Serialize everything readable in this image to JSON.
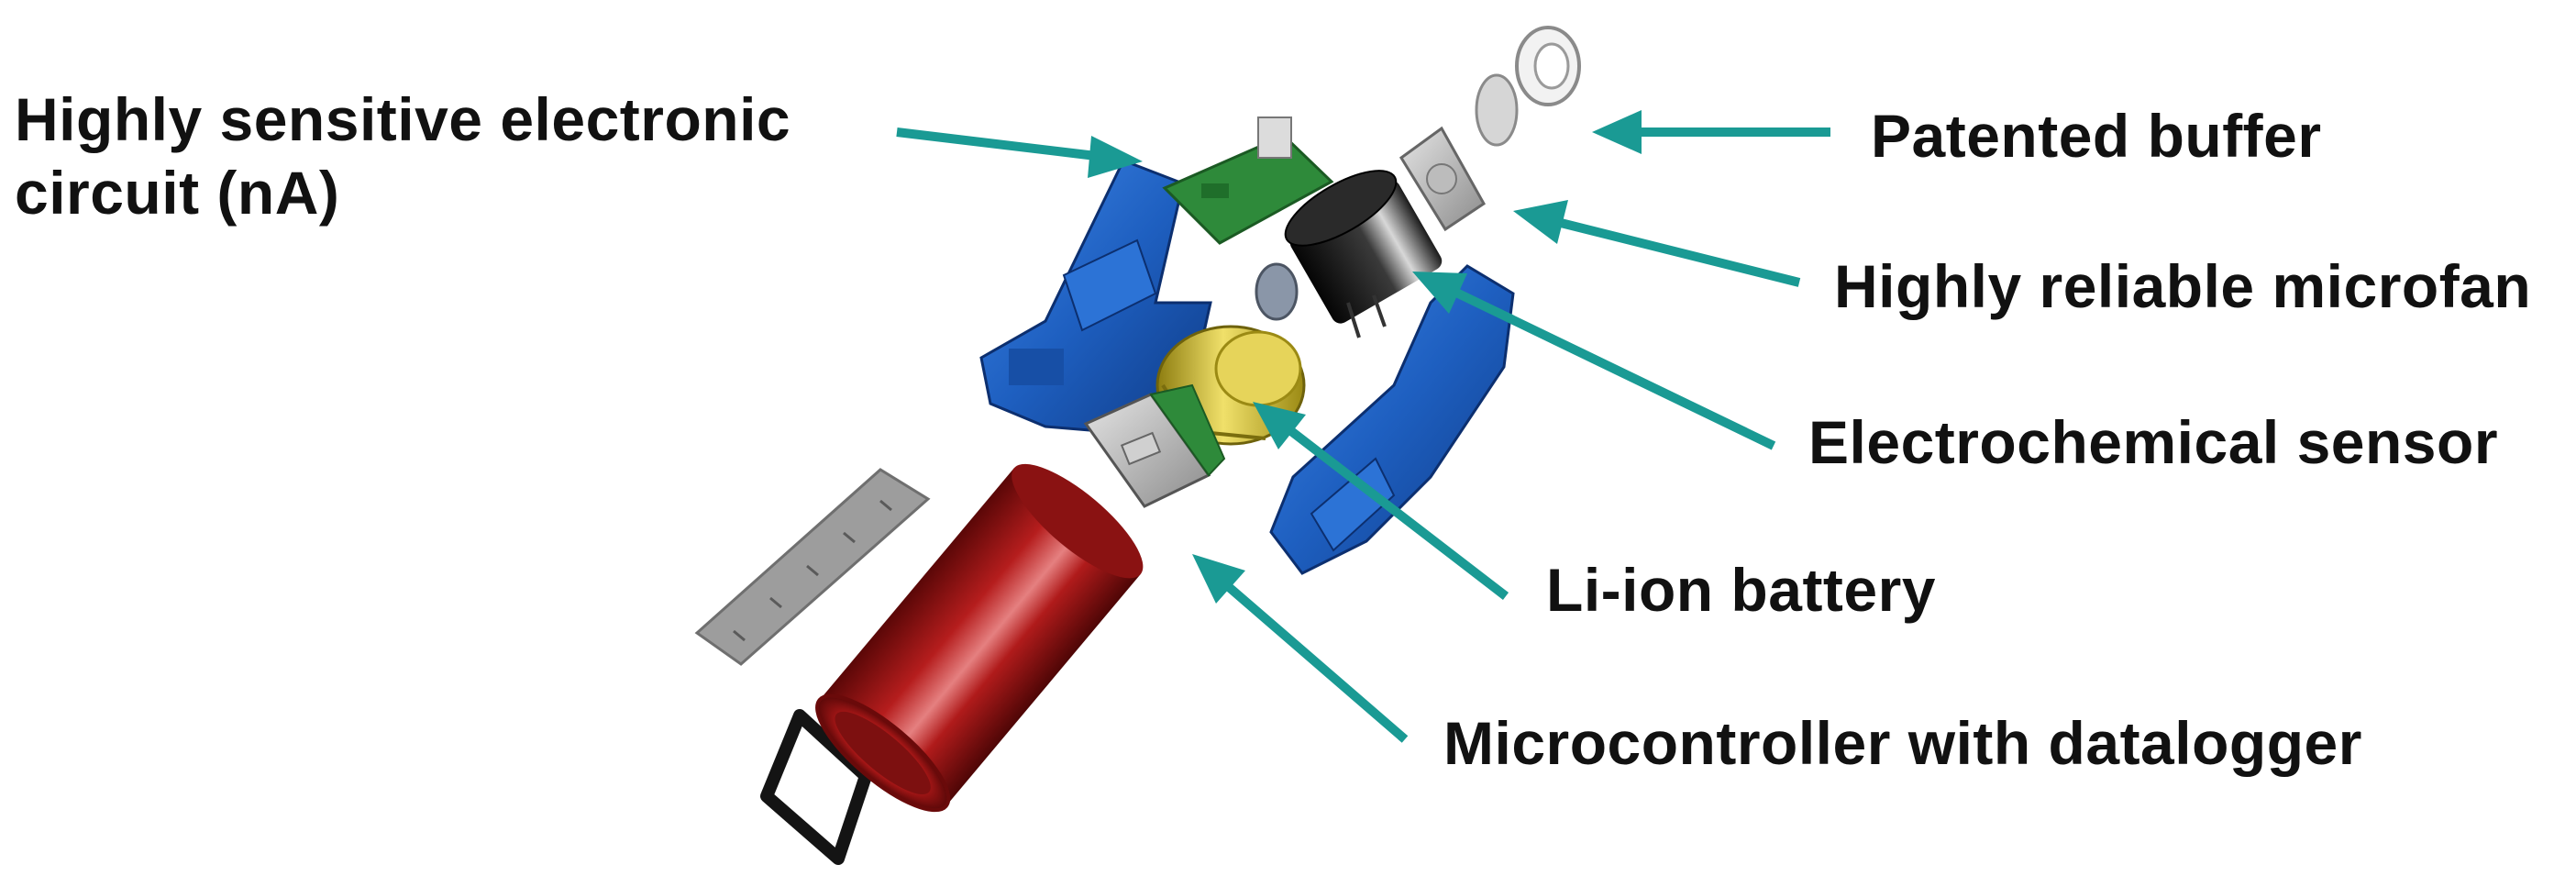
{
  "labels": {
    "circuit_line1": "Highly sensitive electronic",
    "circuit_line2": "circuit (nA)",
    "buffer": "Patented buffer",
    "microfan": "Highly reliable microfan",
    "sensor": "Electrochemical sensor",
    "battery": "Li-ion battery",
    "microcontroller": "Microcontroller with datalogger"
  },
  "colors": {
    "arrow": "#1a9a94",
    "housing": "#1e5fc0",
    "tube": "#a01818",
    "pcb": "#2e8a3a",
    "battery": "#c9b51c",
    "fan": "#151515",
    "text": "#111111"
  }
}
